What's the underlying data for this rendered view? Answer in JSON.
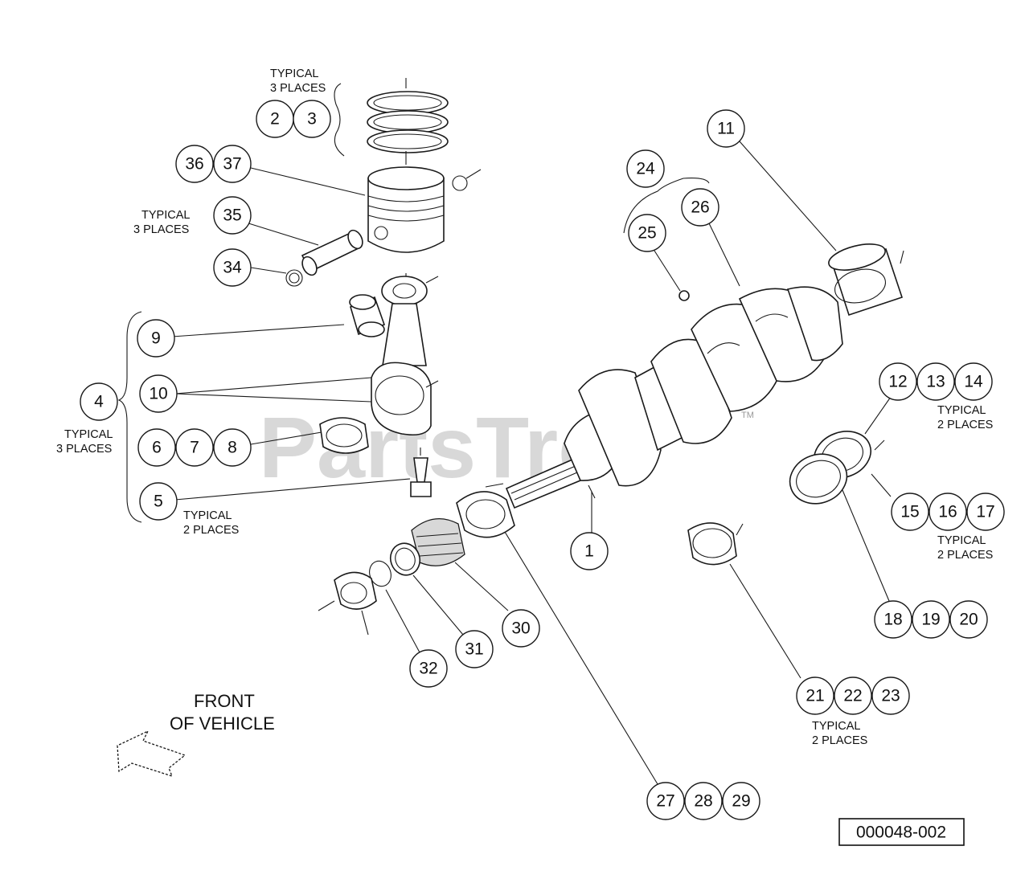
{
  "callouts": [
    "1",
    "2",
    "3",
    "4",
    "5",
    "6",
    "7",
    "8",
    "9",
    "10",
    "11",
    "12",
    "13",
    "14",
    "15",
    "16",
    "17",
    "18",
    "19",
    "20",
    "21",
    "22",
    "23",
    "24",
    "25",
    "26",
    "27",
    "28",
    "29",
    "30",
    "31",
    "32",
    "34",
    "35",
    "36",
    "37"
  ],
  "notes": {
    "typical_3_places": [
      "TYPICAL",
      "3 PLACES"
    ],
    "typical_2_places": [
      "TYPICAL",
      "2 PLACES"
    ]
  },
  "front_label": [
    "FRONT",
    "OF VEHICLE"
  ],
  "watermark": "PartsTree",
  "watermark_tm": "TM",
  "document_number": "000048-002"
}
